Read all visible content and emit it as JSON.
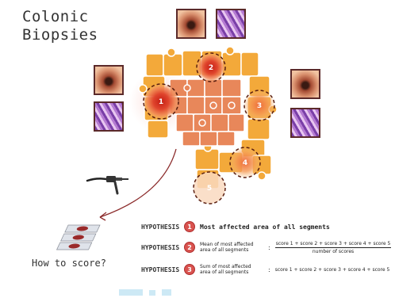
{
  "title_line1": "Colonic",
  "title_line2": "Biopsies",
  "segments": [
    "1",
    "2",
    "3",
    "4",
    "5"
  ],
  "how_to_score": "How to score?",
  "hypotheses": [
    {
      "label": "HYPOTHESIS",
      "number": "1",
      "text": "Most affected area of all segments"
    },
    {
      "label": "HYPOTHESIS",
      "number": "2",
      "desc_line1": "Mean of most affected",
      "desc_line2": "area of all segments",
      "numerator": "score 1 + score 2 + score 3 + score 4 + score 5",
      "denominator": "number of scores"
    },
    {
      "label": "HYPOTHESIS",
      "number": "3",
      "desc_line1": "Sum of most affected",
      "desc_line2": "area of all segments",
      "formula": "score 1 + score 2 + score 3 + score 4 + score 5"
    }
  ],
  "colors": {
    "puzzle_orange": "#f0a43a",
    "puzzle_inner": "#e8875a",
    "lesion_red": "#d93a2b",
    "arrow": "#8b2a2a"
  }
}
